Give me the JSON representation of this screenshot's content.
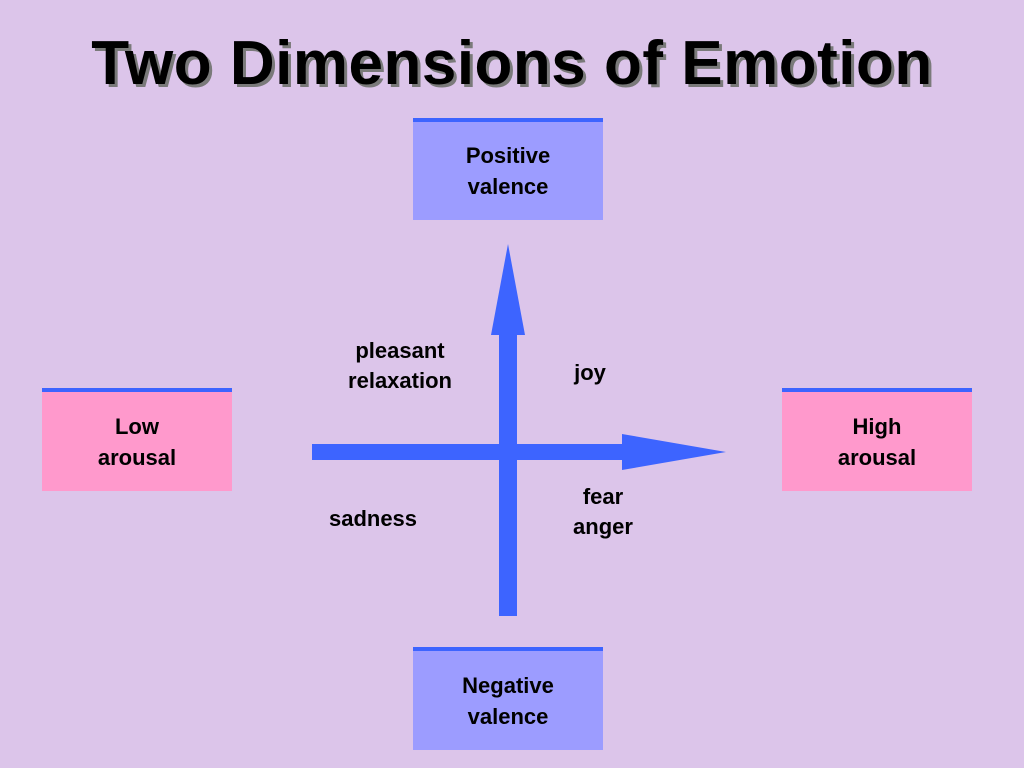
{
  "title": "Two Dimensions of Emotion",
  "boxes": {
    "positive": {
      "line1": "Positive",
      "line2": "valence"
    },
    "negative": {
      "line1": "Negative",
      "line2": "valence"
    },
    "low": {
      "line1": "Low",
      "line2": "arousal"
    },
    "high": {
      "line1": "High",
      "line2": "arousal"
    }
  },
  "quadrants": {
    "top_left": {
      "line1": "pleasant",
      "line2": "relaxation"
    },
    "top_right": "joy",
    "bottom_left": "sadness",
    "bottom_right": {
      "line1": "fear",
      "line2": "anger"
    }
  },
  "colors": {
    "background": "#dcc5ea",
    "arrow": "#3d64ff",
    "valence_box": "#9c9cff",
    "arousal_box": "#ff99cc"
  }
}
